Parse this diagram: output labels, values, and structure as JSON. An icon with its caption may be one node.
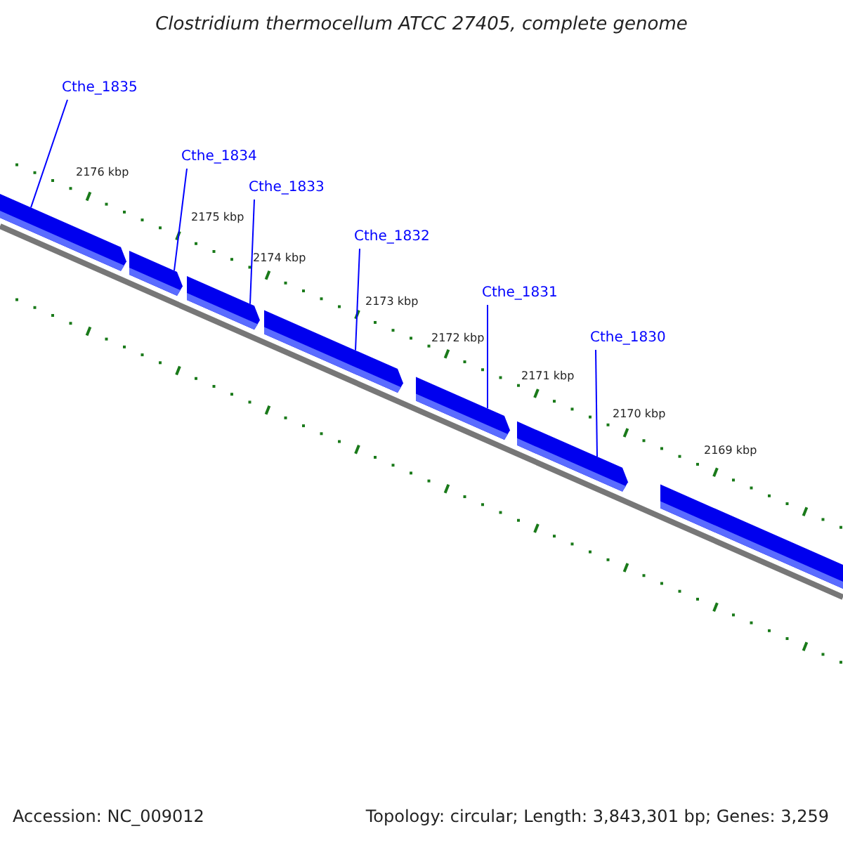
{
  "diagram": {
    "title": "Clostridium thermocellum ATCC 27405, complete genome",
    "nodes": [
      {
        "text": [
          "Cthe_1835"
        ]
      },
      {
        "text": [
          "Cthe_1834"
        ]
      },
      {
        "text": [
          "Cthe_1833"
        ]
      },
      {
        "text": [
          "Cthe_1832"
        ]
      },
      {
        "text": [
          "Cthe_1831"
        ]
      },
      {
        "text": [
          "Cthe_1830"
        ]
      },
      {
        "text": [],
        "shape": "bar"
      },
      {
        "text": [],
        "shape": "bar"
      },
      {
        "text": [],
        "shape": "bar"
      },
      {
        "text": [],
        "shape": "bar"
      },
      {
        "text": [],
        "shape": "bar"
      },
      {
        "text": [],
        "shape": "bar"
      },
      {
        "text": [],
        "shape": "bar"
      }
    ],
    "edges": [
      {
        "from": 0,
        "to": 6,
        "arrow": "none"
      },
      {
        "from": 1,
        "to": 7,
        "arrow": "none"
      },
      {
        "from": 2,
        "to": 8,
        "arrow": "none"
      },
      {
        "from": 3,
        "to": 9,
        "arrow": "none"
      },
      {
        "from": 4,
        "to": 10,
        "arrow": "none"
      },
      {
        "from": 5,
        "to": 11,
        "arrow": "none"
      }
    ],
    "labels": [
      "2176 kbp",
      "2175 kbp",
      "2174 kbp",
      "2173 kbp",
      "2172 kbp",
      "2171 kbp",
      "2170 kbp",
      "2169 kbp",
      "Accession: NC_009012",
      "Topology: circular; Length: 3,843,301 bp; Genes: 3,259"
    ]
  }
}
